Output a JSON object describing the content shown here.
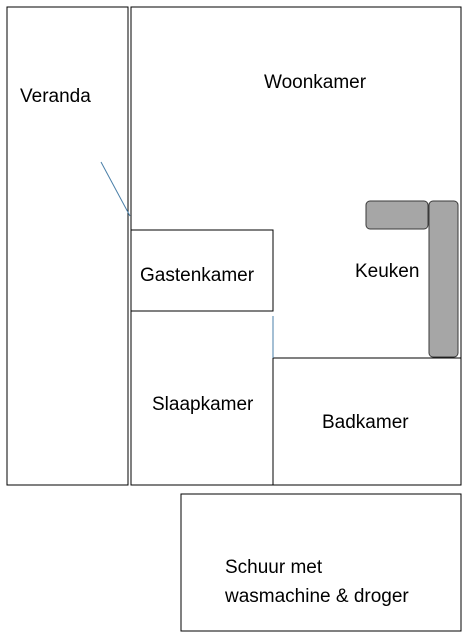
{
  "rooms": {
    "veranda": "Veranda",
    "woonkamer": "Woonkamer",
    "gastenkamer": "Gastenkamer",
    "keuken": "Keuken",
    "slaapkamer": "Slaapkamer",
    "badkamer": "Badkamer",
    "schuur_line1": "Schuur met",
    "schuur_line2": "wasmachine & droger"
  },
  "colors": {
    "walls": "#000000",
    "kitchen_counter": "#a6a6a6",
    "door_line": "#4a7fa8"
  }
}
